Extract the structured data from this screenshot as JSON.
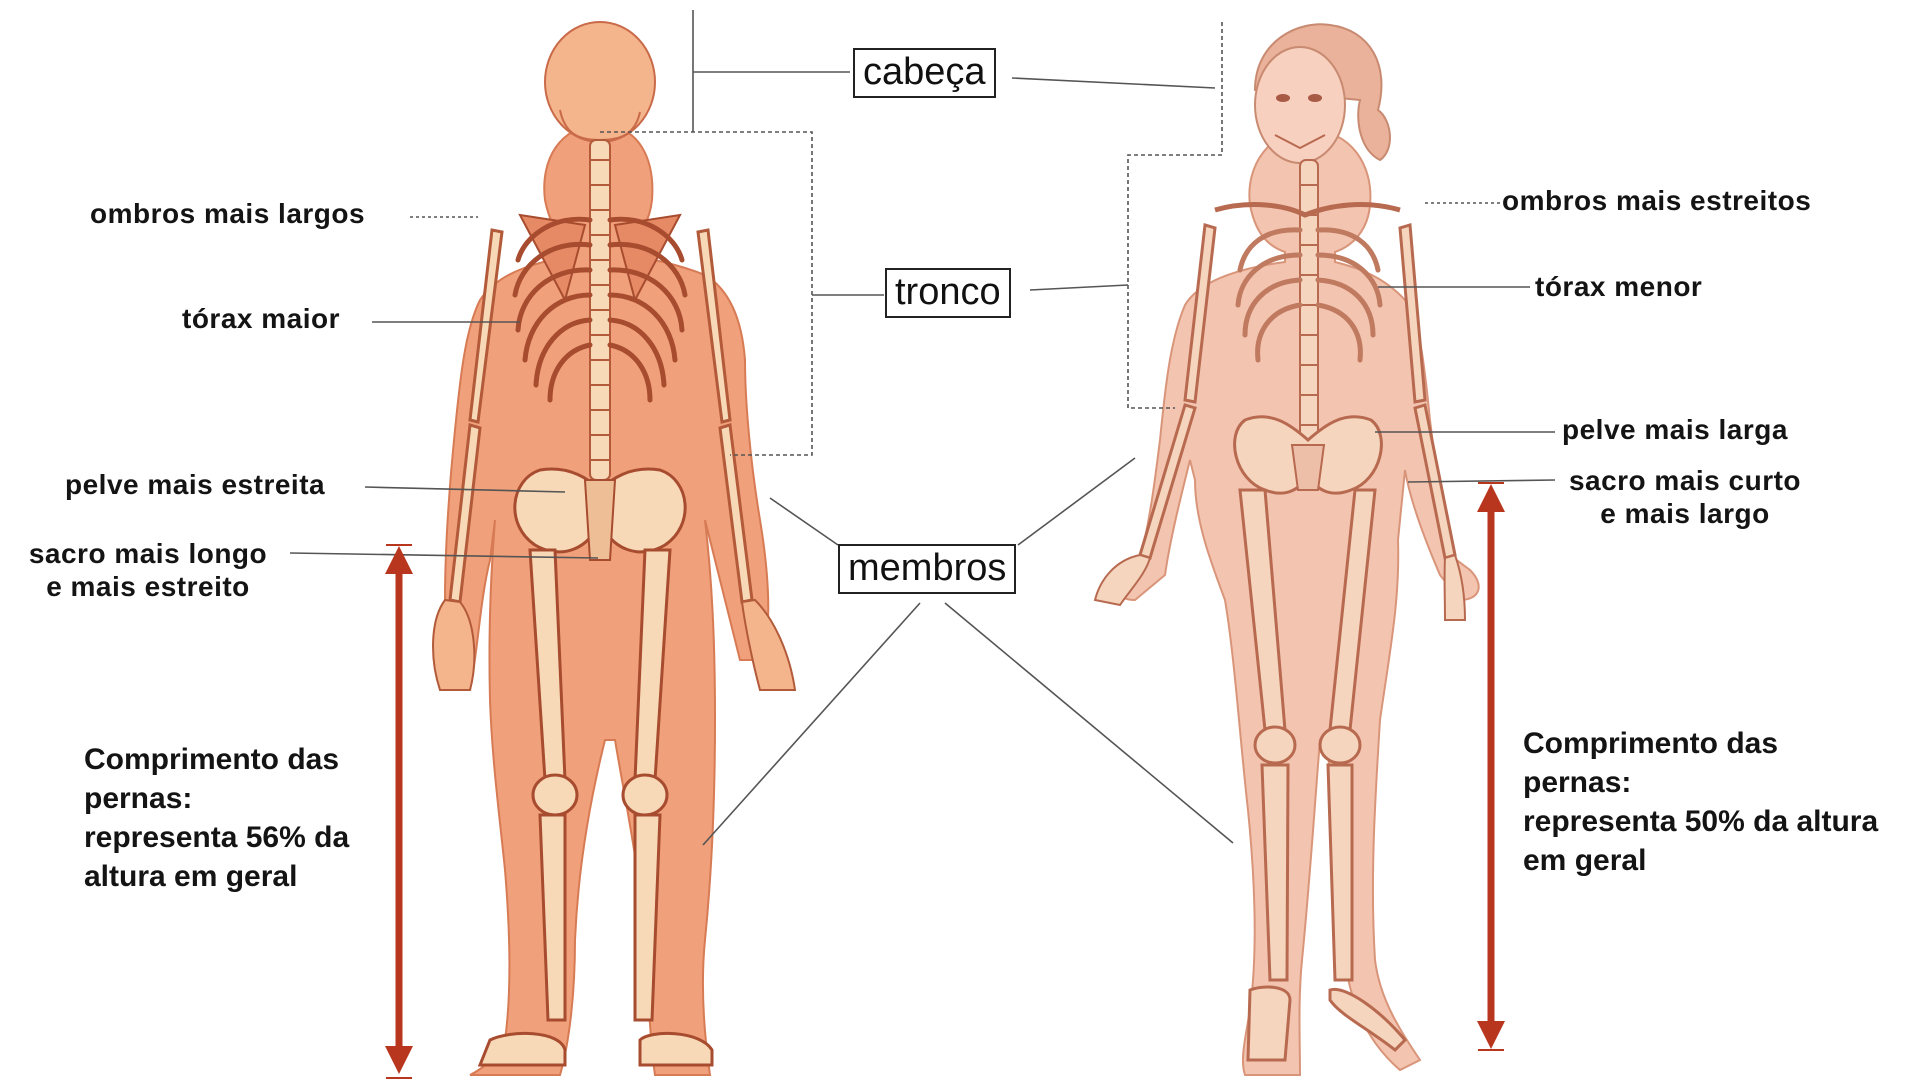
{
  "labels": {
    "cabeca": "cabeça",
    "tronco": "tronco",
    "membros": "membros"
  },
  "male": {
    "shoulders": "ombros mais largos",
    "thorax": "tórax maior",
    "pelvis": "pelve mais estreita",
    "sacrum": "sacro mais longo\ne mais estreito",
    "legs": "Comprimento das\npernas:\nrepresenta 56% da\naltura em geral"
  },
  "female": {
    "shoulders": "ombros mais estreitos",
    "thorax": "tórax menor",
    "pelvis": "pelve mais larga",
    "sacrum": "sacro mais curto\ne mais largo",
    "legs": "Comprimento das\npernas:\nrepresenta 50% da altura\nem geral"
  },
  "colors": {
    "skin_male": "#f0a07a",
    "skin_female": "#f3c4b0",
    "bone": "#f7d9b8",
    "bone_dark": "#c96a48",
    "arrow": "#b8351e"
  },
  "legs_ratio": {
    "male_percent": 56,
    "female_percent": 50
  }
}
